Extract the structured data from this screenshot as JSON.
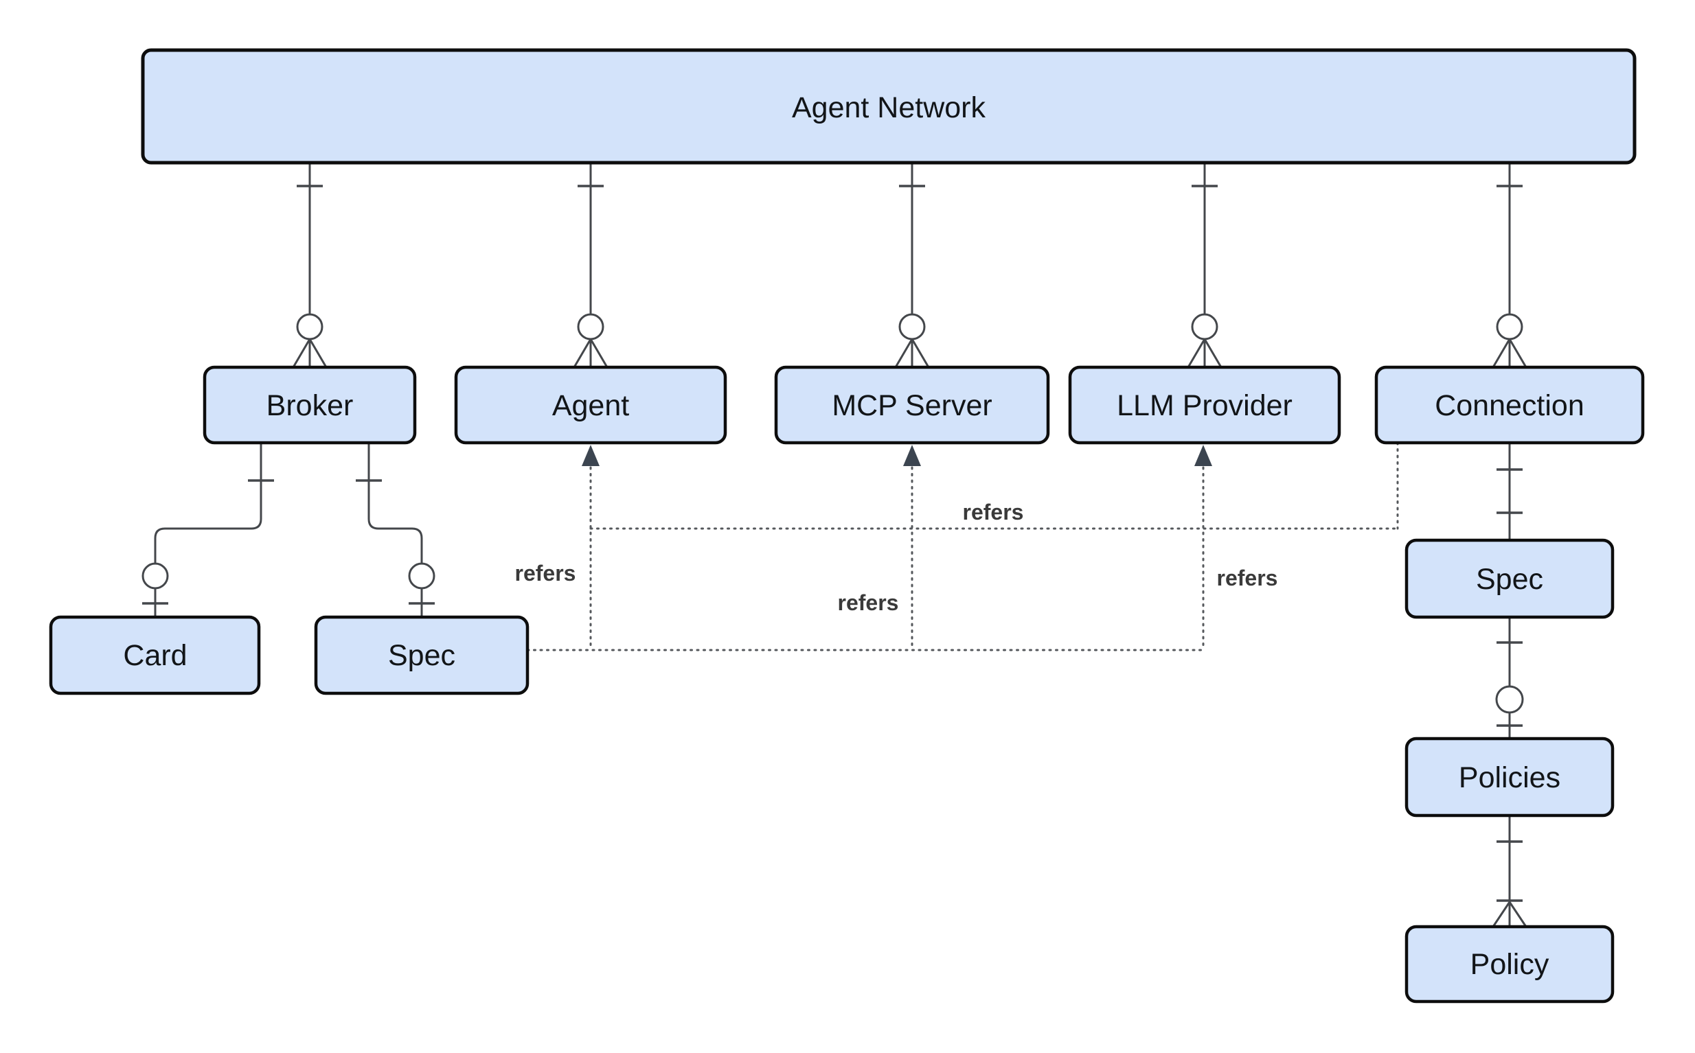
{
  "diagram": {
    "type": "entity-relationship-diagram",
    "background": "#ffffff",
    "title": "Agent Network",
    "entities": {
      "agent_network": "Agent Network",
      "broker": "Broker",
      "agent": "Agent",
      "mcp_server": "MCP Server",
      "llm_provider": "LLM Provider",
      "connection": "Connection",
      "card": "Card",
      "broker_spec": "Spec",
      "connection_spec": "Spec",
      "policies": "Policies",
      "policy": "Policy"
    },
    "refers_labels": {
      "spec_to_agent": "refers",
      "spec_to_mcp_server": "refers",
      "connection_to_agent": "refers",
      "spec_to_llm_provider": "refers"
    },
    "relationships": [
      {
        "from": "Agent Network",
        "to": "Broker",
        "cardinality": "one-to-zero-or-many",
        "style": "solid"
      },
      {
        "from": "Agent Network",
        "to": "Agent",
        "cardinality": "one-to-zero-or-many",
        "style": "solid"
      },
      {
        "from": "Agent Network",
        "to": "MCP Server",
        "cardinality": "one-to-zero-or-many",
        "style": "solid"
      },
      {
        "from": "Agent Network",
        "to": "LLM Provider",
        "cardinality": "one-to-zero-or-many",
        "style": "solid"
      },
      {
        "from": "Agent Network",
        "to": "Connection",
        "cardinality": "one-to-zero-or-many",
        "style": "solid"
      },
      {
        "from": "Broker",
        "to": "Card",
        "cardinality": "one-to-zero-or-one",
        "style": "solid"
      },
      {
        "from": "Broker",
        "to": "Spec",
        "cardinality": "one-to-zero-or-one",
        "style": "solid"
      },
      {
        "from": "Connection",
        "to": "Spec",
        "cardinality": "one-to-one",
        "style": "solid"
      },
      {
        "from": "Spec",
        "to": "Policies",
        "cardinality": "one-to-zero-or-one",
        "style": "solid"
      },
      {
        "from": "Policies",
        "to": "Policy",
        "cardinality": "one-to-one-or-many",
        "style": "solid"
      },
      {
        "from": "Spec",
        "to": "Agent",
        "label": "refers",
        "style": "dotted-arrow"
      },
      {
        "from": "Spec",
        "to": "MCP Server",
        "label": "refers",
        "style": "dotted-arrow"
      },
      {
        "from": "Spec",
        "to": "LLM Provider",
        "label": "refers",
        "style": "dotted-arrow"
      },
      {
        "from": "Connection",
        "to": "Agent",
        "label": "refers",
        "style": "dotted-arrow"
      }
    ],
    "colors": {
      "entity_fill": "#d3e3fa",
      "entity_border": "#0d0d0d",
      "connector_line": "#44474b",
      "dotted_line": "#55585c",
      "arrowhead": "#3c4550",
      "entity_text": "#121518",
      "refers_text": "#3a3a3a"
    }
  }
}
